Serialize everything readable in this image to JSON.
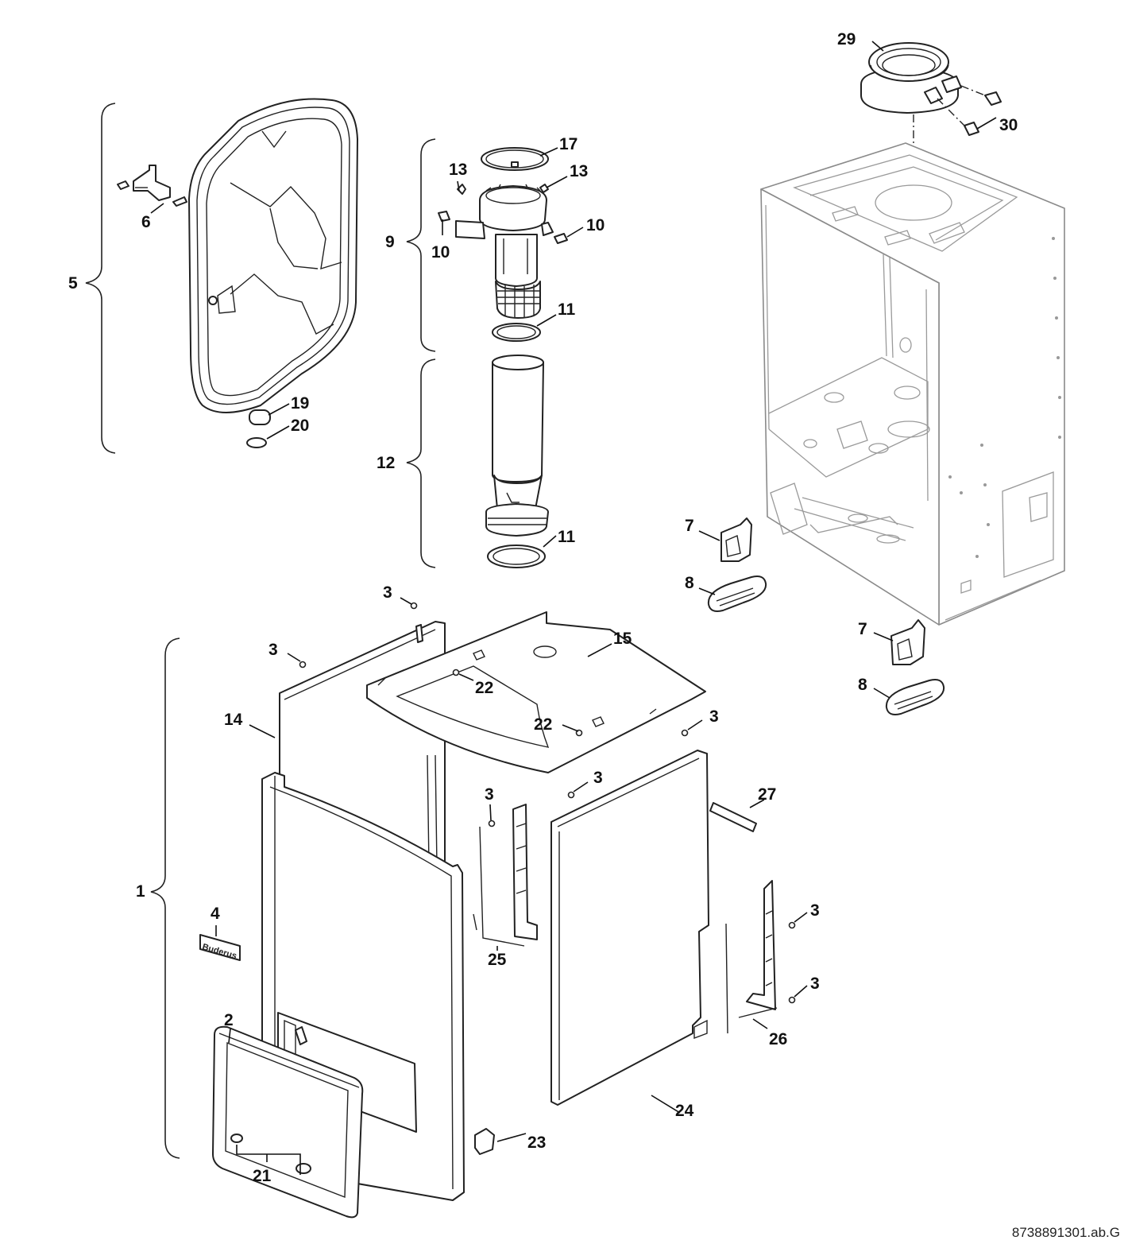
{
  "diagram": {
    "reference_code": "8738891301.ab.G",
    "brand_plate_text": "Buderus",
    "callouts": {
      "c1": "1",
      "c2": "2",
      "c3a": "3",
      "c3b": "3",
      "c3c": "3",
      "c3d": "3",
      "c3e": "3",
      "c3f": "3",
      "c3g": "3",
      "c4": "4",
      "c5": "5",
      "c6": "6",
      "c7a": "7",
      "c7b": "7",
      "c8a": "8",
      "c8b": "8",
      "c9": "9",
      "c10a": "10",
      "c10b": "10",
      "c11a": "11",
      "c11b": "11",
      "c12": "12",
      "c13a": "13",
      "c13b": "13",
      "c14": "14",
      "c15": "15",
      "c17": "17",
      "c19": "19",
      "c20": "20",
      "c21": "21",
      "c22a": "22",
      "c22b": "22",
      "c23": "23",
      "c24": "24",
      "c25": "25",
      "c26": "26",
      "c27": "27",
      "c29": "29",
      "c30": "30"
    }
  }
}
